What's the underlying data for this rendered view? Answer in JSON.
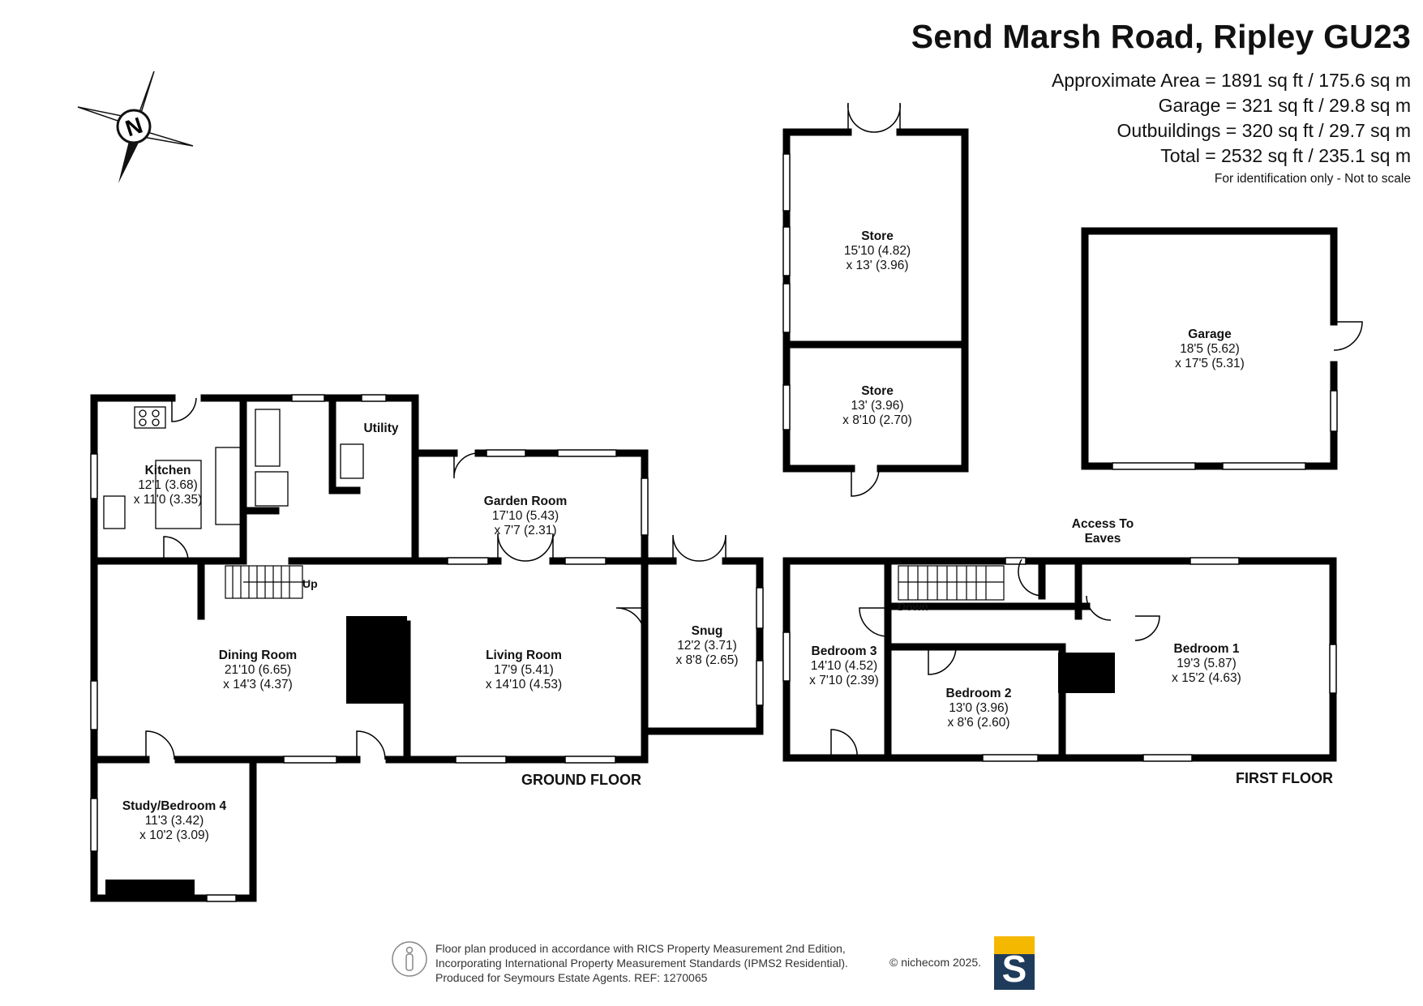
{
  "header": {
    "title": "Send Marsh Road, Ripley GU23",
    "areas": [
      "Approximate Area = 1891 sq ft / 175.6 sq m",
      "Garage = 321 sq ft / 29.8 sq m",
      "Outbuildings = 320 sq ft / 29.7 sq m",
      "Total = 2532 sq ft / 235.1 sq m"
    ],
    "disclaimer": "For identification only - Not to scale"
  },
  "compass": {
    "label": "N"
  },
  "floors": {
    "ground": "GROUND FLOOR",
    "first": "FIRST FLOOR"
  },
  "rooms": {
    "kitchen": {
      "name": "Kitchen",
      "dim1": "12'1 (3.68)",
      "dim2": "x 11'0 (3.35)"
    },
    "utility": {
      "name": "Utility"
    },
    "garden_room": {
      "name": "Garden Room",
      "dim1": "17'10 (5.43)",
      "dim2": "x 7'7 (2.31)"
    },
    "dining_room": {
      "name": "Dining Room",
      "dim1": "21'10 (6.65)",
      "dim2": "x 14'3 (4.37)"
    },
    "living_room": {
      "name": "Living Room",
      "dim1": "17'9 (5.41)",
      "dim2": "x 14'10 (4.53)"
    },
    "snug": {
      "name": "Snug",
      "dim1": "12'2 (3.71)",
      "dim2": "x 8'8 (2.65)"
    },
    "study": {
      "name": "Study/Bedroom 4",
      "dim1": "11'3 (3.42)",
      "dim2": "x 10'2 (3.09)"
    },
    "store_1": {
      "name": "Store",
      "dim1": "15'10 (4.82)",
      "dim2": "x 13' (3.96)"
    },
    "store_2": {
      "name": "Store",
      "dim1": "13' (3.96)",
      "dim2": "x 8'10 (2.70)"
    },
    "garage": {
      "name": "Garage",
      "dim1": "18'5 (5.62)",
      "dim2": "x 17'5 (5.31)"
    },
    "bedroom_3": {
      "name": "Bedroom 3",
      "dim1": "14'10 (4.52)",
      "dim2": "x 7'10 (2.39)"
    },
    "bedroom_2": {
      "name": "Bedroom 2",
      "dim1": "13'0 (3.96)",
      "dim2": "x 8'6 (2.60)"
    },
    "bedroom_1": {
      "name": "Bedroom 1",
      "dim1": "19'3 (5.87)",
      "dim2": "x 15'2 (4.63)"
    }
  },
  "stairs": {
    "up": "Up",
    "down": "Down"
  },
  "eaves": {
    "line1": "Access To",
    "line2": "Eaves"
  },
  "footer": {
    "lines": [
      "Floor plan produced in accordance with RICS Property Measurement 2nd Edition,",
      "Incorporating International Property Measurement Standards (IPMS2 Residential).",
      "Produced for Seymours Estate Agents.   REF: 1270065"
    ],
    "copyright": "© nichecom 2025.",
    "logo_letter": "S",
    "logo_colors": {
      "top": "#f5b800",
      "bottom": "#1f3b5b"
    }
  }
}
